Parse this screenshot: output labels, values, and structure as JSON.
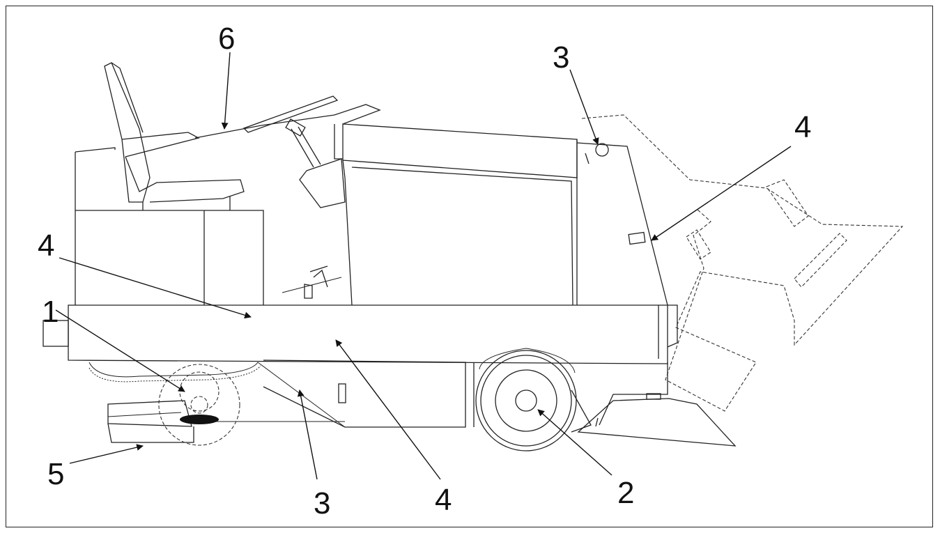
{
  "callouts": {
    "c6": "6",
    "c3_top": "3",
    "c4_right": "4",
    "c4_left": "4",
    "c1": "1",
    "c5": "5",
    "c3_bottom": "3",
    "c4_bottom": "4",
    "c2": "2"
  }
}
